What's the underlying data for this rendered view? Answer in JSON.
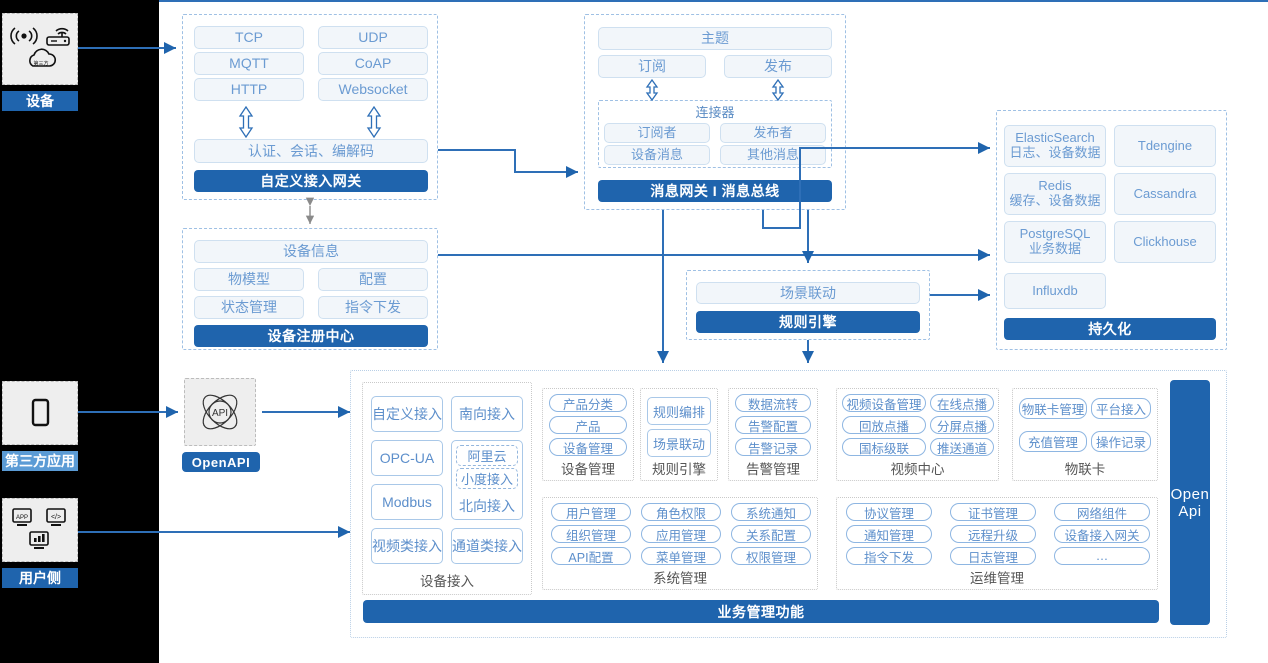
{
  "left_rail": {
    "cards": [
      {
        "id": "device",
        "label": "设备",
        "icons": [
          "signal-wave-icon",
          "router-icon",
          "cloud-icon"
        ],
        "label_style": "solid"
      },
      {
        "id": "third-party-app",
        "label": "第三方应用",
        "icons": [
          "mobile-phone-icon"
        ],
        "label_style": "light"
      },
      {
        "id": "user-side",
        "label": "用户侧",
        "icons": [
          "app-window-icon",
          "code-window-icon",
          "chart-window-icon"
        ],
        "label_style": "solid"
      }
    ]
  },
  "gateway": {
    "protocols": [
      "TCP",
      "UDP",
      "MQTT",
      "CoAP",
      "HTTP",
      "Websocket"
    ],
    "middle": "认证、会话、编解码",
    "title": "自定义接入网关"
  },
  "message_bus": {
    "topic": "主题",
    "subscribe": "订阅",
    "publish": "发布",
    "connector_title": "连接器",
    "connector_items": [
      "订阅者",
      "发布者",
      "设备消息",
      "其他消息"
    ],
    "title": "消息网关 I 消息总线"
  },
  "registry": {
    "info": "设备信息",
    "items": [
      "物模型",
      "配置",
      "状态管理",
      "指令下发"
    ],
    "title": "设备注册中心"
  },
  "rule_engine": {
    "scene": "场景联动",
    "title": "规则引擎"
  },
  "persistence": {
    "stores": [
      {
        "name": "ElasticSearch",
        "sub": "日志、设备数据"
      },
      {
        "name": "Tdengine",
        "sub": ""
      },
      {
        "name": "Redis",
        "sub": "缓存、设备数据"
      },
      {
        "name": "Cassandra",
        "sub": ""
      },
      {
        "name": "PostgreSQL",
        "sub": "业务数据"
      },
      {
        "name": "Clickhouse",
        "sub": ""
      },
      {
        "name": "Influxdb",
        "sub": ""
      }
    ],
    "title": "持久化"
  },
  "openapi_card": {
    "icon": "api-atom-icon",
    "label": "OpenAPI"
  },
  "openapi_bar": {
    "label": "Open\nApi",
    "line1": "Open",
    "line2": "Api"
  },
  "business": {
    "title": "业务管理功能",
    "device_access": {
      "label": "设备接入",
      "items": [
        "自定义接入",
        "南向接入",
        "OPC-UA",
        "Modbus",
        "视频类接入",
        "通道类接入"
      ],
      "northbound": {
        "label": "北向接入",
        "nested": [
          "阿里云",
          "小度接入"
        ]
      }
    },
    "groups": [
      {
        "label": "设备管理",
        "items": [
          "产品分类",
          "产品",
          "设备管理"
        ]
      },
      {
        "label": "规则引擎",
        "items": [
          "规则编排",
          "场景联动"
        ]
      },
      {
        "label": "告警管理",
        "items": [
          "数据流转",
          "告警配置",
          "告警记录"
        ]
      },
      {
        "label": "视频中心",
        "items": [
          "视频设备管理",
          "在线点播",
          "回放点播",
          "分屏点播",
          "国标级联",
          "推送通道"
        ]
      },
      {
        "label": "物联卡",
        "items": [
          "物联卡管理",
          "平台接入",
          "充值管理",
          "操作记录"
        ]
      },
      {
        "label": "系统管理",
        "items": [
          "用户管理",
          "角色权限",
          "系统通知",
          "组织管理",
          "应用管理",
          "关系配置",
          "API配置",
          "菜单管理",
          "权限管理"
        ]
      },
      {
        "label": "运维管理",
        "items": [
          "协议管理",
          "证书管理",
          "网络组件",
          "通知管理",
          "远程升级",
          "设备接入网关",
          "指令下发",
          "日志管理",
          "…"
        ]
      }
    ]
  },
  "colors": {
    "accent": "#1f64ad",
    "accent_light": "#5b9bd5",
    "pill_text": "#6b9bd2",
    "rail_bg": "#000000"
  }
}
